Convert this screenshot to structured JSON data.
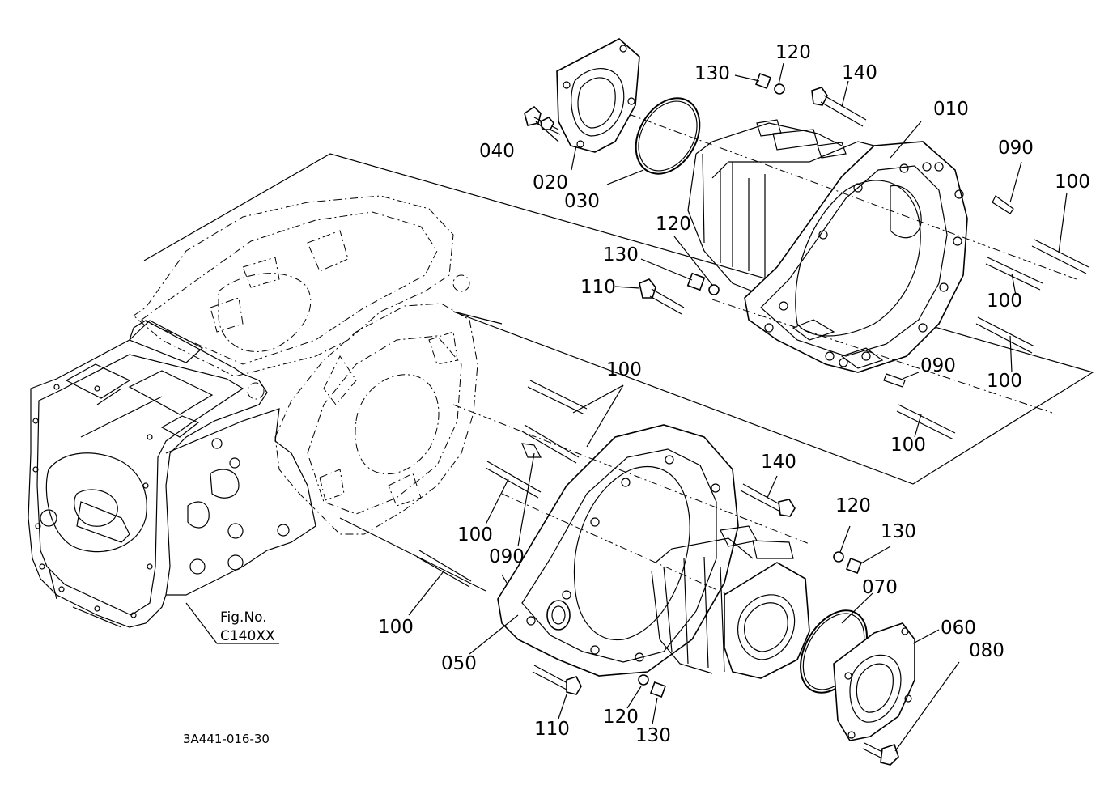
{
  "diagram": {
    "drawing_number": "3A441-016-30",
    "figure_reference": {
      "line1": "Fig.No.",
      "line2": "C140XX"
    },
    "part_labels": {
      "p010": "010",
      "p020": "020",
      "p030": "030",
      "p040": "040",
      "p050": "050",
      "p060": "060",
      "p070": "070",
      "p080": "080",
      "p090a": "090",
      "p090b": "090",
      "p090c": "090",
      "p100a": "100",
      "p100b": "100",
      "p100c": "100",
      "p100d": "100",
      "p100e": "100",
      "p100f": "100",
      "p100g": "100",
      "p110a": "110",
      "p110b": "110",
      "p120a": "120",
      "p120b": "120",
      "p120c": "120",
      "p120d": "120",
      "p130a": "130",
      "p130b": "130",
      "p130c": "130",
      "p130d": "130",
      "p140a": "140",
      "p140b": "140"
    }
  }
}
